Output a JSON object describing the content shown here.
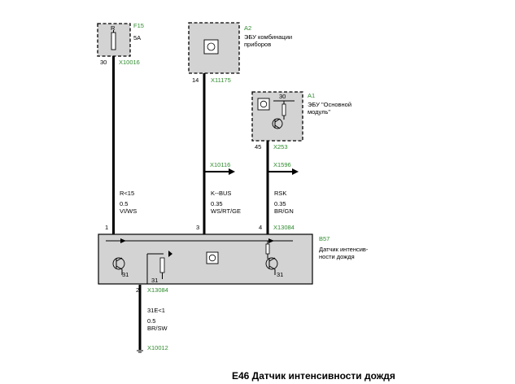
{
  "components": {
    "f15": {
      "id": "F15",
      "inner": "R",
      "desc": "5A",
      "pin": "30",
      "connector": "X10016"
    },
    "a2": {
      "id": "A2",
      "desc1": "ЭБУ комбинации",
      "desc2": "приборов",
      "pin": "14",
      "connector": "X11175"
    },
    "a1": {
      "id": "A1",
      "inner": "30",
      "desc1": "ЭБУ \"Основной",
      "desc2": "модуль\"",
      "pin": "45",
      "connector": "X253"
    },
    "b57": {
      "id": "B57",
      "desc1": "Датчик интенсив-",
      "desc2": "ности дождя",
      "ground_pin": "31",
      "ground_pin2": "31",
      "ground_pin3": "31"
    }
  },
  "wires": {
    "w1": {
      "label": "R<15",
      "size": "0.5",
      "color": "VI/WS",
      "pin": "1"
    },
    "w2": {
      "connector": "X10116",
      "label": "K--BUS",
      "size": "0.35",
      "color": "WS/RT/GE",
      "pin": "3"
    },
    "w3": {
      "connector": "X1596",
      "label": "RSK",
      "size": "0.35",
      "color": "BR/GN",
      "pin": "4",
      "pin_connector": "X13084"
    },
    "w4": {
      "pin": "2",
      "connector": "X13084",
      "label": "31E<1",
      "size": "0.5",
      "color": "BR/SW",
      "ground": "X10012"
    }
  },
  "footer": {
    "title": "E46 Датчик интенсивности дождя"
  }
}
